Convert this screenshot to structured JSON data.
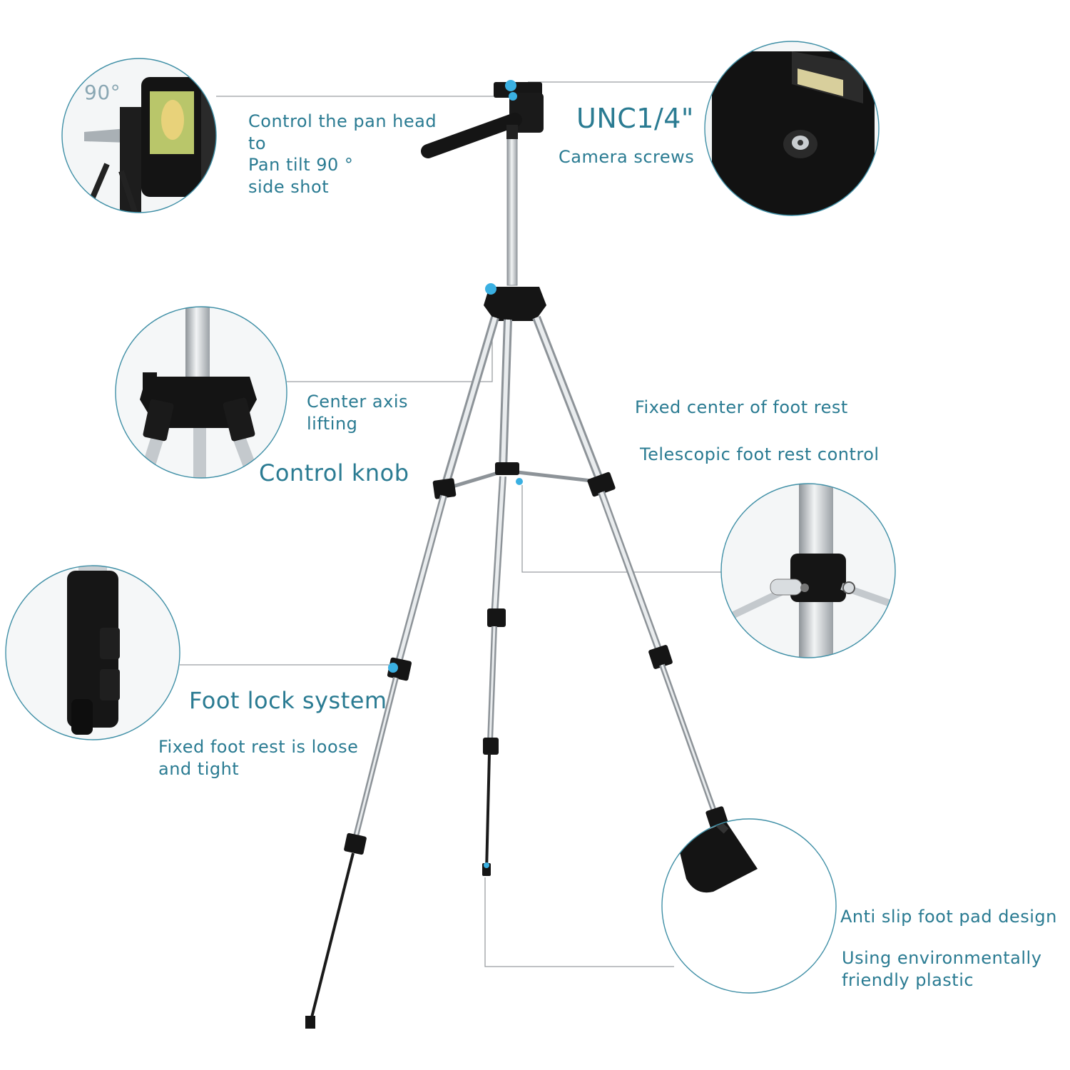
{
  "labels": {
    "pan_head": "Control the pan head\nto\nPan tilt 90 °\nside shot",
    "angle": "90°",
    "unc": "UNC1/4\"",
    "camera_screws": "Camera screws",
    "center_axis": "Center axis\nlifting",
    "control_knob": "Control knob",
    "fixed_center": "Fixed center of foot rest",
    "telescopic": "Telescopic foot rest control",
    "foot_lock": "Foot lock system",
    "foot_lock_desc": "Fixed foot rest is loose\nand tight",
    "anti_slip": "Anti slip foot pad design",
    "env_plastic": "Using environmentally\nfriendly plastic"
  },
  "colors": {
    "accent": "#2a7b92",
    "circle": "#3f8fa6",
    "metal": "#c4c9cd",
    "black": "#111111",
    "knob": "#3ab0e2"
  }
}
